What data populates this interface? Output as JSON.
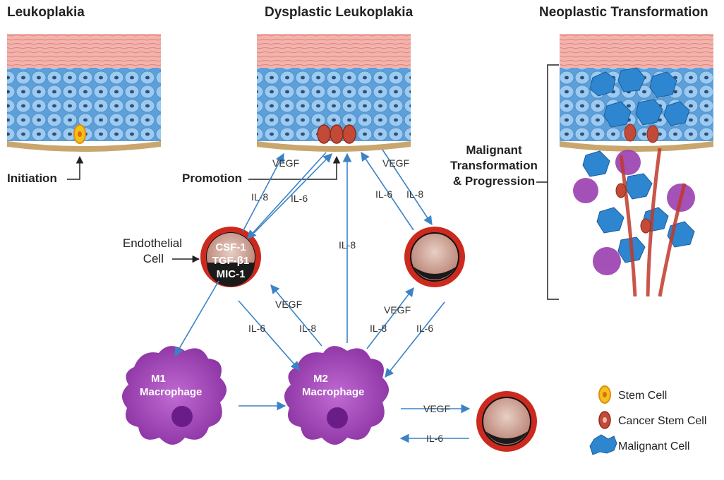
{
  "titles": {
    "leukoplakia": "Leukoplakia",
    "dysplastic": "Dysplastic Leukoplakia",
    "neoplastic": "Neoplastic Transformation"
  },
  "labels": {
    "initiation": "Initiation",
    "promotion": "Promotion",
    "malignant_1": "Malignant",
    "malignant_2": "Transformation",
    "malignant_3": "& Progression",
    "endothelial_1": "Endothelial",
    "endothelial_2": "Cell"
  },
  "endothelial_cell": {
    "line1": "CSF-1",
    "line2": "TGF-β1",
    "line3": "MIC-1"
  },
  "macrophages": {
    "m1_line1": "M1",
    "m1_line2": "Macrophage",
    "m2_line1": "M2",
    "m2_line2": "Macrophage"
  },
  "arrow_labels": {
    "vegf_top_left": "VEGF",
    "il8_top_left": "IL-8",
    "il6_top_left": "IL-6",
    "il8_center": "IL-8",
    "vegf_top_right": "VEGF",
    "il6_top_right": "IL-6",
    "il8_top_right": "IL-8",
    "vegf_mid_left": "VEGF",
    "il6_mid_left": "IL-6",
    "il8_mid_left": "IL-8",
    "vegf_mid_right": "VEGF",
    "il8_mid_right": "IL-8",
    "il6_mid_right": "IL-6",
    "vegf_bottom": "VEGF",
    "il6_bottom": "IL-6"
  },
  "legend": {
    "stem_cell": "Stem Cell",
    "cancer_stem_cell": "Cancer Stem Cell",
    "malignant_cell": "Malignant Cell"
  },
  "colors": {
    "arrow": "#3a83c6",
    "tissue_top": "#f0a7a0",
    "epithelium": "#8fbce6",
    "vessel_ring": "#cc2a1e",
    "macrophage": "#9b3fb0",
    "malignant": "#2e86d1",
    "stem": "#f2c21b",
    "cancer_stem": "#c24a36"
  }
}
